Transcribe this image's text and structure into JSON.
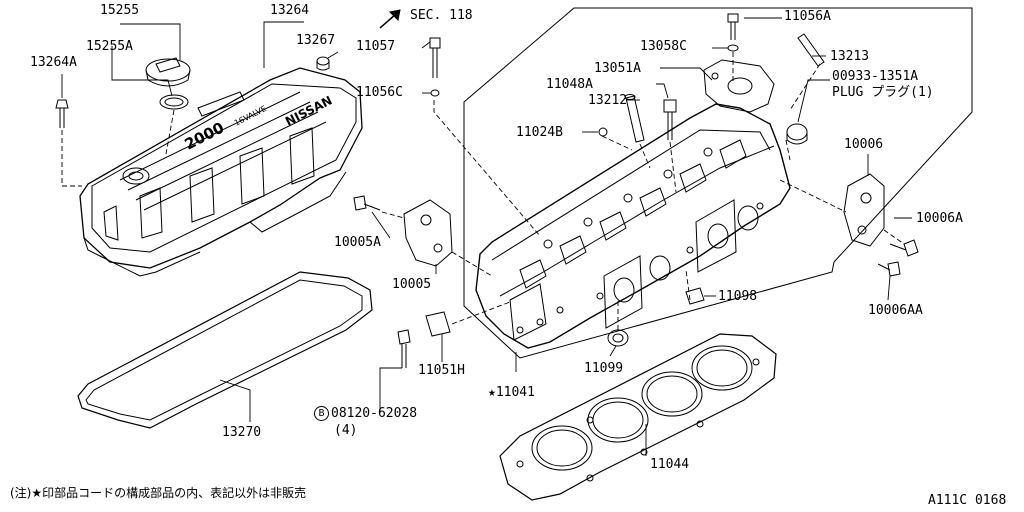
{
  "parts": {
    "p15255": "15255",
    "p13264": "13264",
    "sec": "SEC. 118",
    "p13267": "13267",
    "p11056A": "11056A",
    "p15255A": "15255A",
    "p11057": "11057",
    "p13058C": "13058C",
    "p13213": "13213",
    "p13264A": "13264A",
    "p13051A": "13051A",
    "p00933": "00933-1351A",
    "plug": "PLUG プラグ(1)",
    "p11048A": "11048A",
    "p11056C": "11056C",
    "p13212": "13212",
    "p11024B": "11024B",
    "p10006": "10006",
    "p10006A": "10006A",
    "p10005A": "10005A",
    "p10005": "10005",
    "p11098": "11098",
    "p10006AA": "10006AA",
    "p11051H": "11051H",
    "p11099": "11099",
    "p11041": "★11041",
    "bolt": "08120-62028",
    "bolt_mark": "B",
    "bolt_qty": "(4)",
    "p13270": "13270",
    "p11044": "11044"
  },
  "cover_text": {
    "nissan": "NISSAN",
    "engine": "2000",
    "valve": "16VALVE"
  },
  "footer": {
    "note": "(注)★印部品コードの構成部品の内、表記以外は非販売",
    "code": "A111C 0168"
  }
}
